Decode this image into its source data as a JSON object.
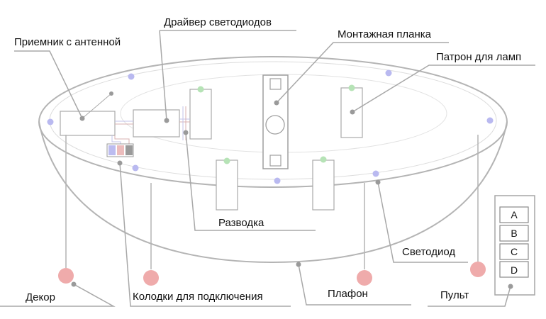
{
  "labels": {
    "receiver": "Приемник с антенной",
    "driver": "Драйвер светодиодов",
    "mount": "Монтажная планка",
    "socket": "Патрон для ламп",
    "wiring": "Разводка",
    "led": "Светодиод",
    "decor": "Декор",
    "connectors": "Колодки для подключения",
    "shade": "Плафон",
    "remote": "Пульт"
  },
  "remote_buttons": [
    "A",
    "B",
    "C",
    "D"
  ],
  "colors": {
    "outline": "#b4b4b4",
    "leader": "#a8a8a8",
    "anchor": "#9a9a9a",
    "led": "#b9b9f0",
    "socket_top": "#b6e3b6",
    "decor": "#eeaaaa"
  }
}
